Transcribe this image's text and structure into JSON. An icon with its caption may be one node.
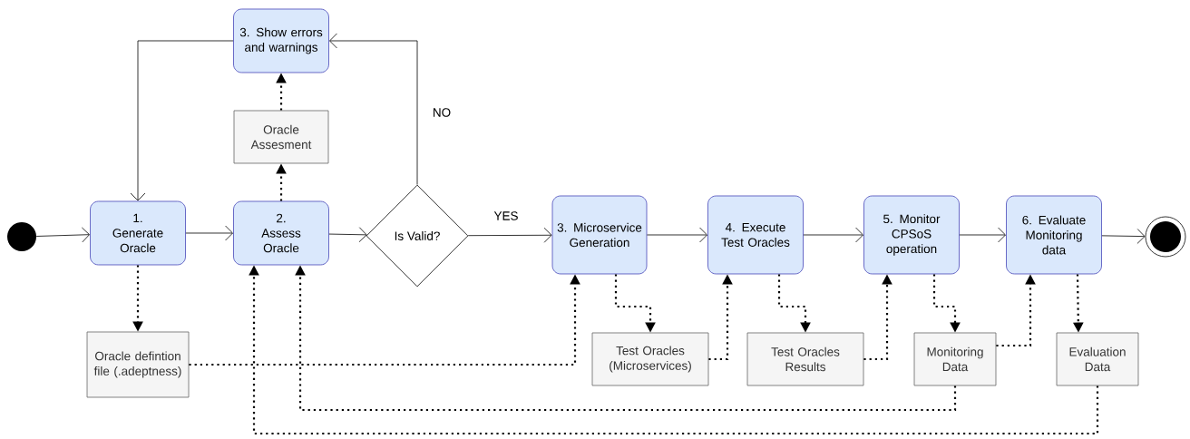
{
  "diagram": {
    "nodes": [
      {
        "text": [],
        "shape": "circle"
      },
      {
        "text": [
          "1. Generate Oracle"
        ]
      },
      {
        "text": [
          "3. Show errors and warnings"
        ]
      },
      {
        "text": [
          "Oracle Assesment"
        ]
      },
      {
        "text": [
          "2. Assess Oracle"
        ]
      },
      {
        "text": [
          "Is Valid?"
        ]
      },
      {
        "text": [
          "3. Microservice Generation"
        ]
      },
      {
        "text": [
          "4. Execute Test Oracles"
        ]
      },
      {
        "text": [
          "5. Monitor CPSoS operation"
        ]
      },
      {
        "text": [
          "6. Evaluate Monitoring data"
        ]
      },
      {
        "text": [],
        "shape": "circle"
      },
      {
        "text": [
          "Oracle defintion file (.adeptness)"
        ]
      },
      {
        "text": [
          "Test Oracles (Microservices)"
        ]
      },
      {
        "text": [
          "Test Oracles Results"
        ]
      },
      {
        "text": [
          "Monitoring Data"
        ]
      },
      {
        "text": [
          "Evaluation Data"
        ]
      }
    ],
    "edges": [
      {
        "from": 0,
        "to": 1,
        "arrow": "to"
      },
      {
        "from": 1,
        "to": 4,
        "arrow": "to"
      },
      {
        "from": 4,
        "to": 5,
        "arrow": "to"
      },
      {
        "from": 5,
        "to": 6,
        "arrow": "to",
        "label": "YES"
      },
      {
        "from": 5,
        "to": 2,
        "arrow": "to",
        "label": "NO"
      },
      {
        "from": 2,
        "to": 1,
        "arrow": "to"
      },
      {
        "from": 6,
        "to": 7,
        "arrow": "to"
      },
      {
        "from": 7,
        "to": 8,
        "arrow": "to"
      },
      {
        "from": 8,
        "to": 9,
        "arrow": "to"
      },
      {
        "from": 9,
        "to": 10,
        "arrow": "to"
      },
      {
        "from": 4,
        "to": 3,
        "arrow": "to",
        "style": "dashed"
      },
      {
        "from": 3,
        "to": 2,
        "arrow": "to",
        "style": "dashed"
      },
      {
        "from": 1,
        "to": 11,
        "arrow": "to",
        "style": "dashed"
      },
      {
        "from": 11,
        "to": 6,
        "arrow": "to",
        "style": "dashed"
      },
      {
        "from": 6,
        "to": 12,
        "arrow": "to",
        "style": "dashed"
      },
      {
        "from": 12,
        "to": 7,
        "arrow": "to",
        "style": "dashed"
      },
      {
        "from": 7,
        "to": 13,
        "arrow": "to",
        "style": "dashed"
      },
      {
        "from": 13,
        "to": 8,
        "arrow": "to",
        "style": "dashed"
      },
      {
        "from": 8,
        "to": 14,
        "arrow": "to",
        "style": "dashed"
      },
      {
        "from": 14,
        "to": 9,
        "arrow": "to",
        "style": "dashed"
      },
      {
        "from": 9,
        "to": 15,
        "arrow": "to",
        "style": "dashed"
      },
      {
        "from": 14,
        "to": 4,
        "arrow": "to",
        "style": "dashed"
      },
      {
        "from": 15,
        "to": 4,
        "arrow": "to",
        "style": "dashed"
      }
    ]
  }
}
